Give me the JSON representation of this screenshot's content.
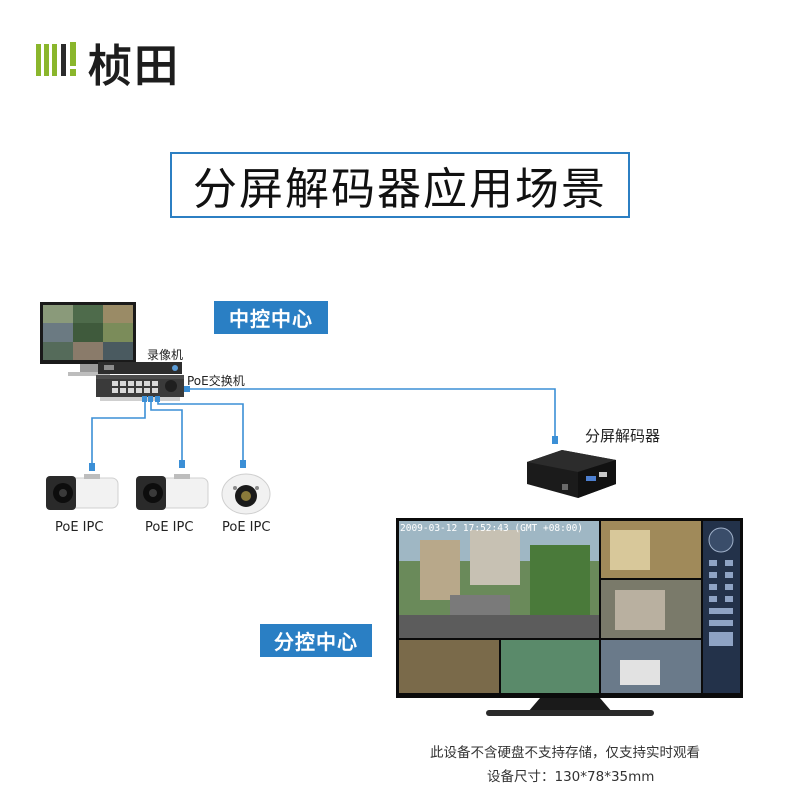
{
  "brand": {
    "name": "桢田",
    "logo_mark": "ill!"
  },
  "title": "分屏解码器应用场景",
  "central_center": {
    "label": "中控中心"
  },
  "branch_center": {
    "label": "分控中心"
  },
  "devices": {
    "nvr": "录像机",
    "switch": "PoE交换机",
    "decoder": "分屏解码器",
    "cameras": [
      "PoE IPC",
      "PoE IPC",
      "PoE IPC"
    ]
  },
  "monitor_overlay": {
    "main_timestamp": "2009-03-12 17:52:43 (GMT +08:00)"
  },
  "notes": {
    "line1": "此设备不含硬盘不支持存储，仅支持实时观看",
    "line2": "设备尺寸：130*78*35mm"
  },
  "colors": {
    "accent": "#2a7fc4",
    "logo_green": "#8ab62c",
    "cable": "#3b8fd6"
  }
}
